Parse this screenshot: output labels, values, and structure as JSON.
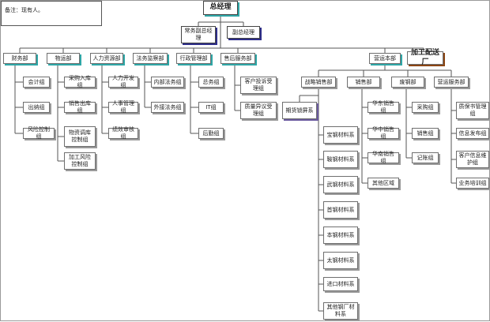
{
  "note": "备注：现有人。",
  "gm": "总经理",
  "vps": [
    "常务副总经理",
    "副总经理"
  ],
  "depts": {
    "finance": "财务部",
    "procurement": "物运部",
    "hr": "人力资源部",
    "legal": "法务监察部",
    "admin": "行政管理部",
    "aftersales": "售后服务部",
    "operation": "营运本部",
    "processing": "加工配送厂"
  },
  "finance_items": [
    "会计组",
    "出纳组",
    "风险控制组"
  ],
  "procurement_items": [
    "采购入库组",
    "销售出库组",
    "物资调库控制组",
    "加工风险控制组"
  ],
  "hr_items": [
    "人力开发组",
    "人事管理组",
    "绩效审核组"
  ],
  "legal_items": [
    "内部法务组",
    "外接法务组"
  ],
  "admin_items": [
    "总务组",
    "IT组",
    "后勤组"
  ],
  "aftersales_items": [
    "客户投诉受理组",
    "质量异议受理组"
  ],
  "operation_subs": [
    "战略销售部",
    "销售部",
    "废钢部",
    "营运服务部"
  ],
  "futures": "期货锁屏系",
  "strategic_items": [
    "宝钢材料系",
    "鞍钢材料系",
    "武钢材料系",
    "首钢材料系",
    "本钢材料系",
    "太钢材料系",
    "进口材料系",
    "其他钢厂材料系"
  ],
  "sales_items": [
    "华东销售组",
    "华中销售组",
    "华南销售组",
    "其他区域"
  ],
  "scrap_items": [
    "采购组",
    "销售组",
    "记账组"
  ],
  "service_items": [
    "质保书管理组",
    "信息发布组",
    "客户信息维护组",
    "业务培训组"
  ]
}
